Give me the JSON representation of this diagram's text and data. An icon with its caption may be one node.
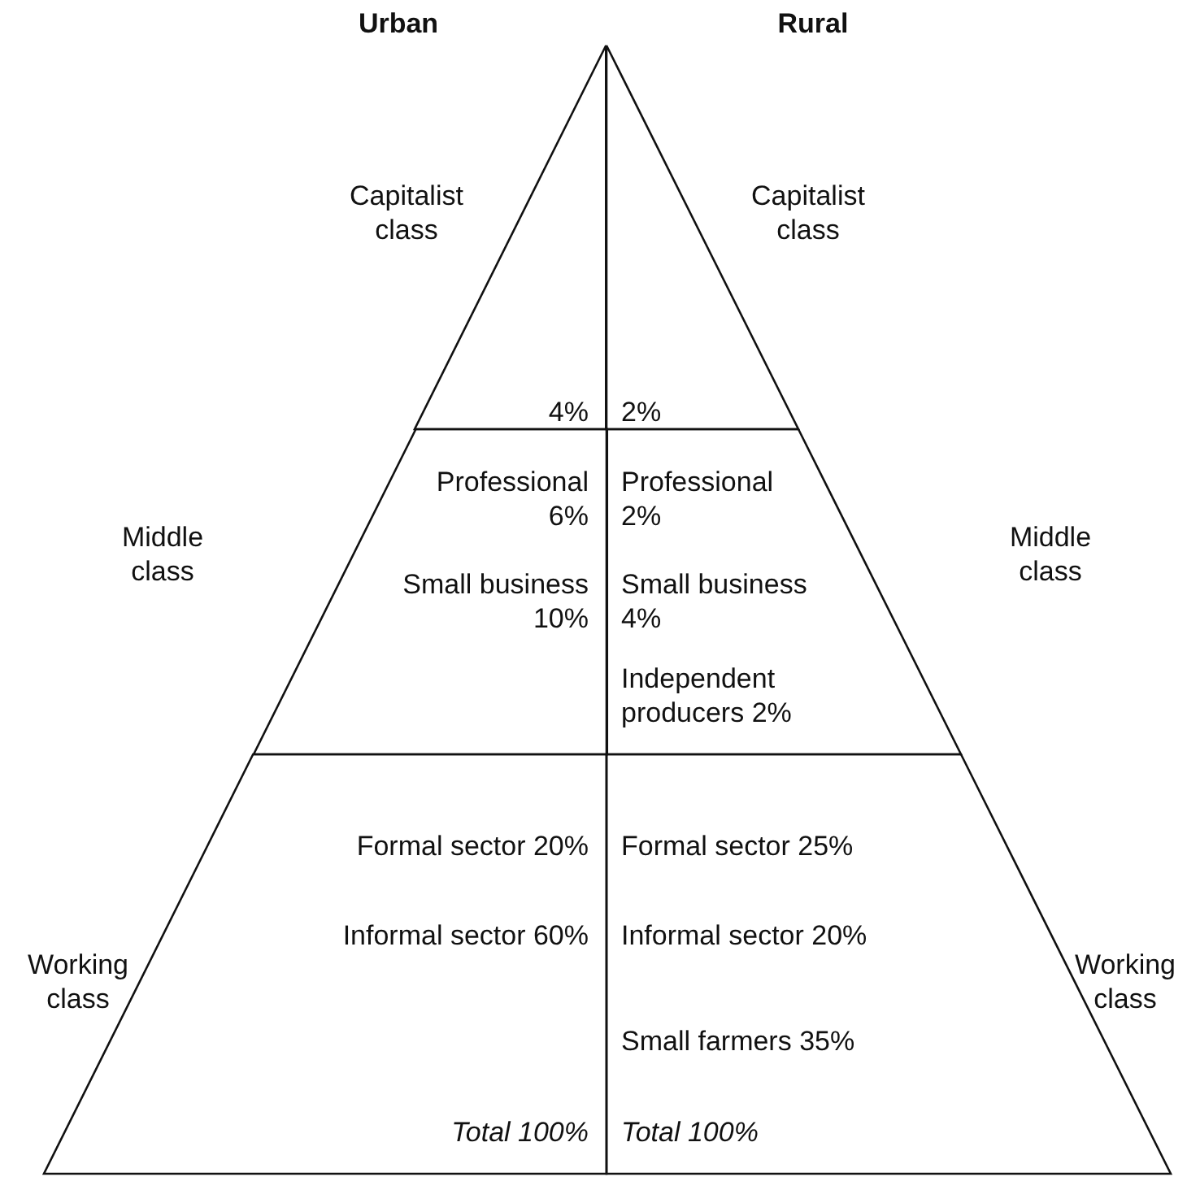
{
  "diagram": {
    "nodes": [
      {
        "text": [
          "4%"
        ],
        "beside": [
          "Capitalist class"
        ]
      },
      {
        "text": [
          "2%"
        ],
        "beside": [
          "Capitalist class"
        ]
      },
      {
        "text": [
          "Professional 6%",
          "Small business 10%"
        ],
        "beside": [
          "Middle class"
        ]
      },
      {
        "text": [
          "Professional 2%",
          "Small business 4%",
          "Independent producers 2%"
        ],
        "beside": [
          "Middle class"
        ]
      },
      {
        "text": [
          "Formal sector 20%",
          "Informal sector 60%",
          "Total 100%"
        ],
        "beside": [
          "Working class"
        ]
      },
      {
        "text": [
          "Formal sector 25%",
          "Informal sector 20%",
          "Small farmers 35%",
          "Total 100%"
        ],
        "beside": [
          "Working class"
        ]
      }
    ],
    "labels": [
      "Urban",
      "Rural"
    ]
  }
}
